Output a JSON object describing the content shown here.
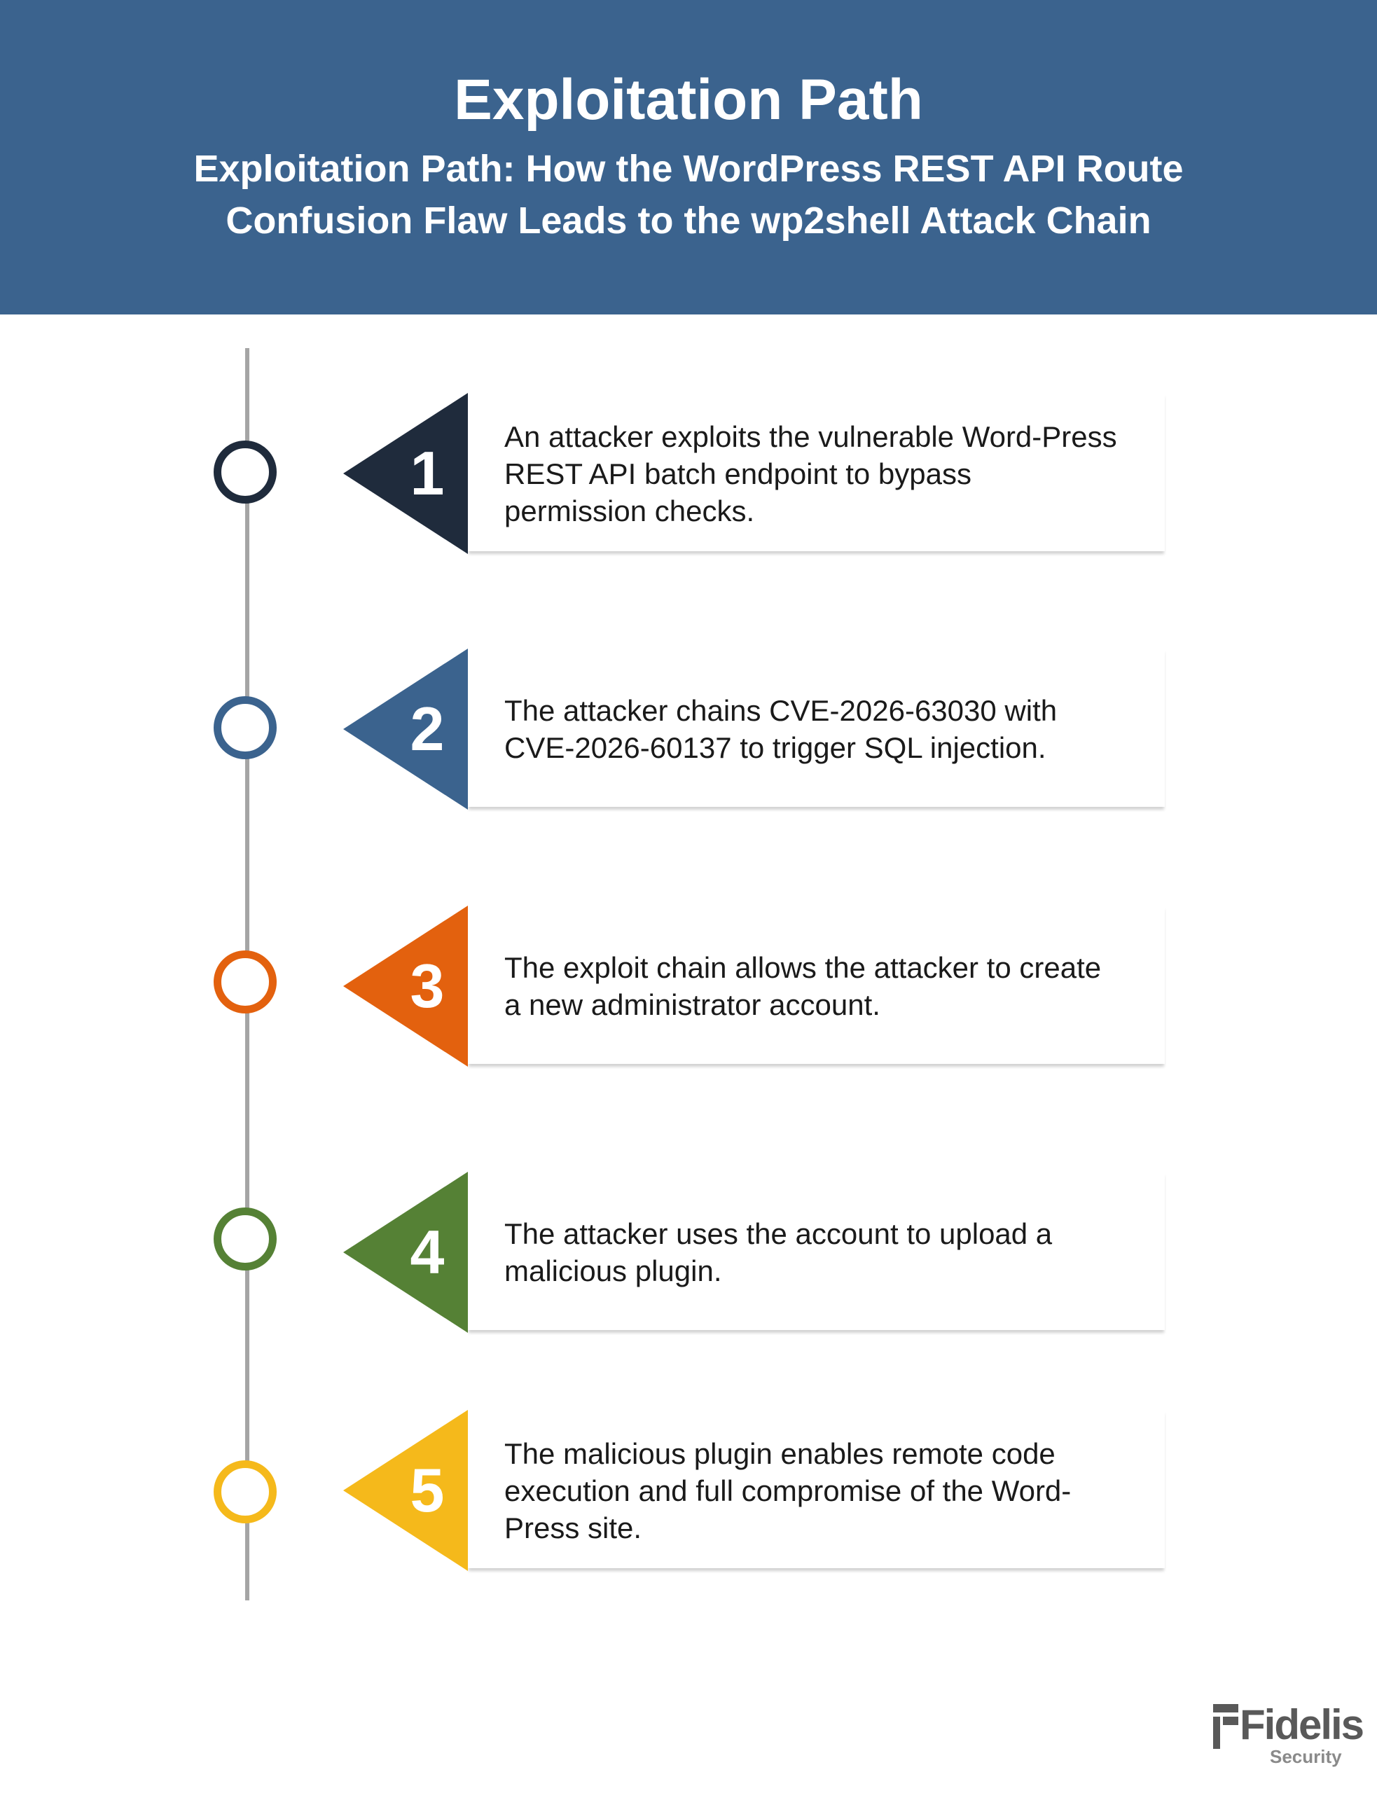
{
  "header": {
    "title": "Exploitation Path",
    "subtitle": "Exploitation Path: How the WordPress REST API Route Confusion Flaw Leads to the wp2shell Attack Chain"
  },
  "colors": {
    "header_bg": "#3b638e",
    "step_1": "#1f2b3c",
    "step_2": "#3b638e",
    "step_3": "#e3610e",
    "step_4": "#558135",
    "step_5": "#f5b91b",
    "timeline": "#a5a5a5"
  },
  "steps": [
    {
      "number": "1",
      "text": "An attacker exploits the vulnerable Word-Press REST API batch endpoint to bypass permission checks."
    },
    {
      "number": "2",
      "text": "The attacker chains CVE-2026-63030 with CVE-2026-60137 to trigger SQL injection."
    },
    {
      "number": "3",
      "text": "The exploit chain allows the attacker to create a new administrator account."
    },
    {
      "number": "4",
      "text": "The attacker uses the account to upload a malicious plugin."
    },
    {
      "number": "5",
      "text": "The malicious plugin enables remote code execution and full compromise of the Word-Press site."
    }
  ],
  "logo": {
    "name": "Fidelis",
    "tagline": "Security",
    "icon": "fidelis-logo-icon"
  }
}
